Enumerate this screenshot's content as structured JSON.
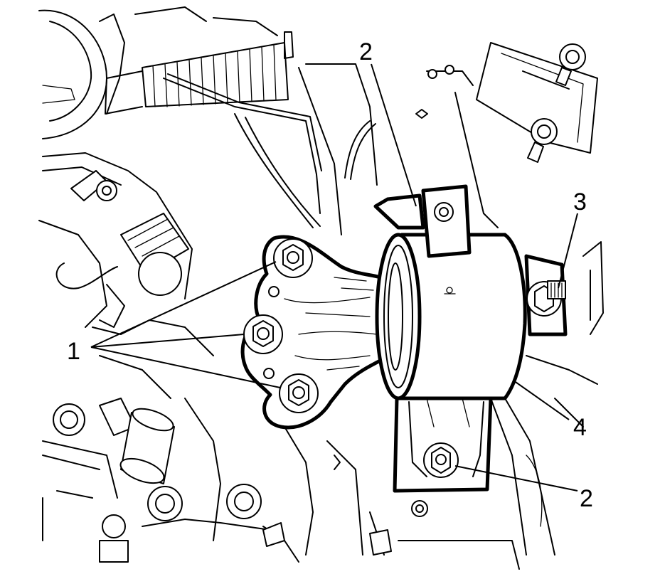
{
  "callouts": {
    "c1": "1",
    "c2_top": "2",
    "c3": "3",
    "c4": "4",
    "c2_bottom": "2"
  }
}
